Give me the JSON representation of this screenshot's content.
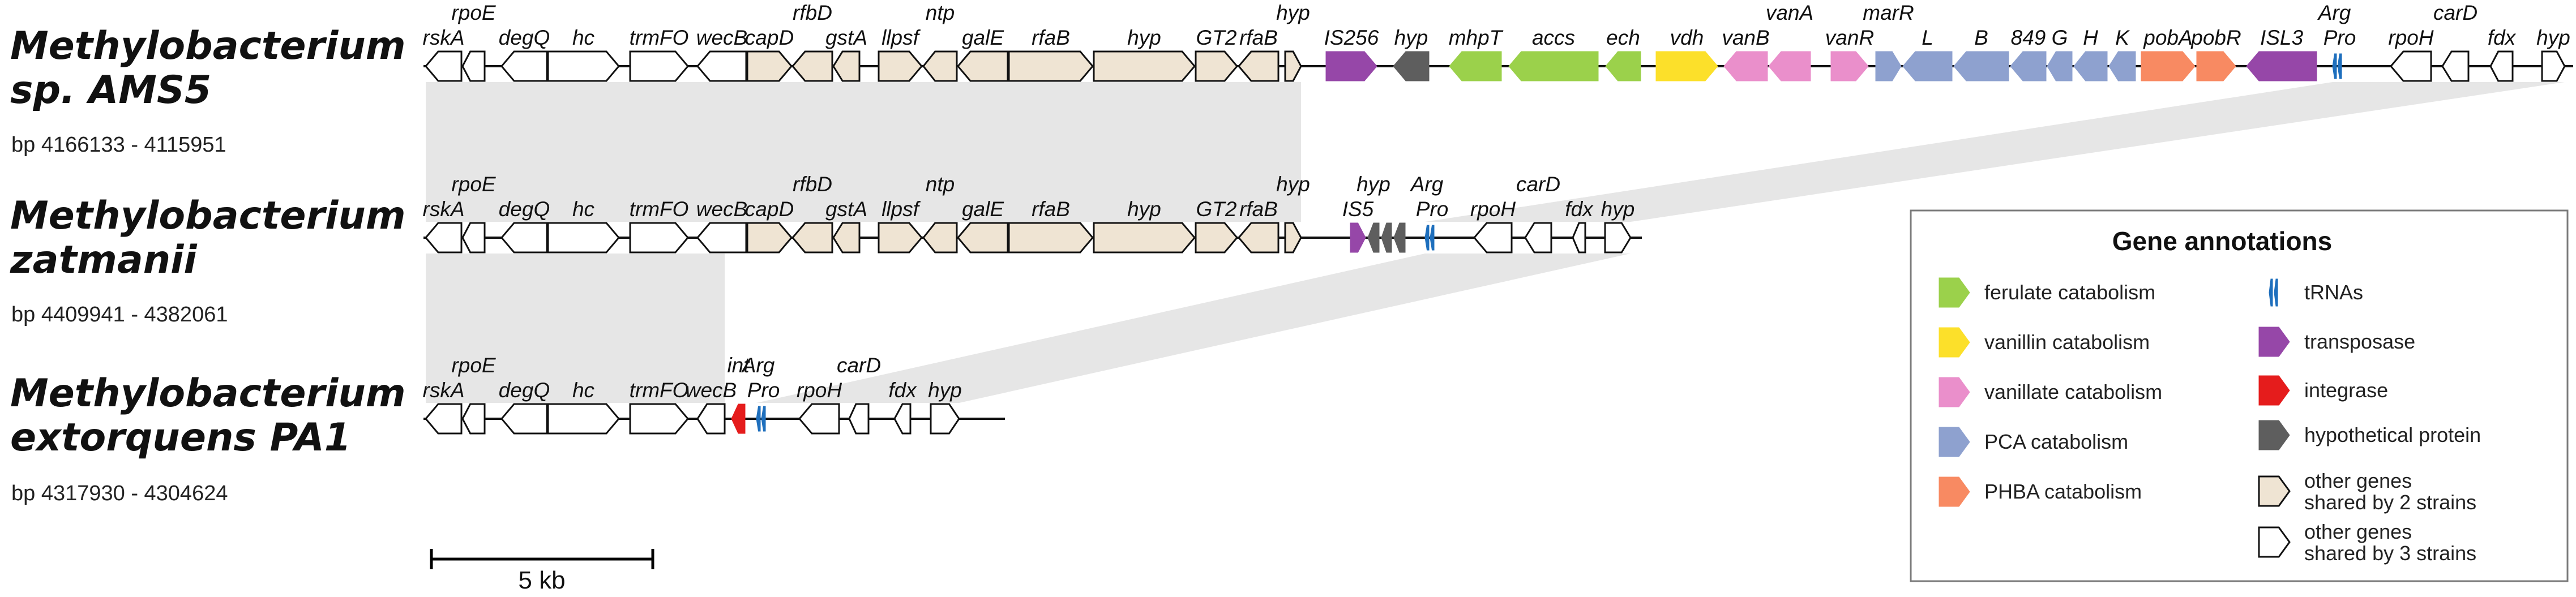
{
  "strains": [
    {
      "name1": "Methylobacterium",
      "name2": "sp. AMS5",
      "range": "bp 4166133 - 4115951"
    },
    {
      "name1": "Methylobacterium",
      "name2": "zatmanii",
      "range": "bp 4409941 - 4382061"
    },
    {
      "name1": "Methylobacterium",
      "name2": "extorquens PA1",
      "range": "bp 4317930 - 4304624"
    }
  ],
  "colors": {
    "shared2": "#efe4d3",
    "shared3": "#ffffff",
    "ferulate": "#9bd14b",
    "vanillin": "#fce02a",
    "vanillate": "#ea8fcb",
    "pca": "#8ea1cf",
    "phba": "#f88a62",
    "trna": "#1e6fbd",
    "transposase": "#9647a8",
    "integrase": "#e51c1c",
    "hypothetical": "#5e5e5e",
    "synteny": "#e6e6e6"
  },
  "tracks": [
    {
      "genes": [
        {
          "label": "rskA",
          "type": "shared3",
          "dir": "L"
        },
        {
          "label": "rpoE",
          "type": "shared3",
          "dir": "L"
        },
        {
          "label": "degQ",
          "type": "shared3",
          "dir": "L"
        },
        {
          "label": "hc",
          "type": "shared3",
          "dir": "R"
        },
        {
          "label": "trmFO",
          "type": "shared3",
          "dir": "R"
        },
        {
          "label": "wecB",
          "type": "shared3",
          "dir": "L"
        },
        {
          "label": "capD",
          "type": "shared2",
          "dir": "R"
        },
        {
          "label": "rfbD",
          "type": "shared2",
          "dir": "L"
        },
        {
          "label": "gstA",
          "type": "shared2",
          "dir": "L"
        },
        {
          "label": "llpsf",
          "type": "shared2",
          "dir": "R"
        },
        {
          "label": "ntp",
          "type": "shared2",
          "dir": "L"
        },
        {
          "label": "galE",
          "type": "shared2",
          "dir": "L"
        },
        {
          "label": "rfaB",
          "type": "shared2",
          "dir": "R"
        },
        {
          "label": "hyp",
          "type": "shared2",
          "dir": "R"
        },
        {
          "label": "GT2",
          "type": "shared2",
          "dir": "R"
        },
        {
          "label": "rfaB",
          "type": "shared2",
          "dir": "L"
        },
        {
          "label": "hyp",
          "type": "shared2",
          "dir": "R"
        },
        {
          "label": "IS256",
          "type": "transposase",
          "dir": "R"
        },
        {
          "label": "hyp",
          "type": "hypothetical",
          "dir": "L"
        },
        {
          "label": "mhpT",
          "type": "ferulate",
          "dir": "L"
        },
        {
          "label": "accs",
          "type": "ferulate",
          "dir": "L"
        },
        {
          "label": "ech",
          "type": "ferulate",
          "dir": "L"
        },
        {
          "label": "vdh",
          "type": "vanillin",
          "dir": "R"
        },
        {
          "label": "vanB",
          "type": "vanillate",
          "dir": "L"
        },
        {
          "label": "vanA",
          "type": "vanillate",
          "dir": "L"
        },
        {
          "label": "vanR",
          "type": "vanillate",
          "dir": "R"
        },
        {
          "label": "marR",
          "type": "pca",
          "dir": "R"
        },
        {
          "label": "L",
          "type": "pca",
          "dir": "L"
        },
        {
          "label": "B",
          "type": "pca",
          "dir": "L"
        },
        {
          "label": "849",
          "type": "pca",
          "dir": "L"
        },
        {
          "label": "G",
          "type": "pca",
          "dir": "L"
        },
        {
          "label": "H",
          "type": "pca",
          "dir": "L"
        },
        {
          "label": "K",
          "type": "pca",
          "dir": "L"
        },
        {
          "label": "pobA",
          "type": "phba",
          "dir": "R"
        },
        {
          "label": "pobR",
          "type": "phba",
          "dir": "R"
        },
        {
          "label": "ISL3",
          "type": "transposase",
          "dir": "L"
        },
        {
          "label": "Arg",
          "type": "trna",
          "dir": "L"
        },
        {
          "label": "Pro",
          "type": "trna",
          "dir": "L"
        },
        {
          "label": "rpoH",
          "type": "shared3",
          "dir": "L"
        },
        {
          "label": "carD",
          "type": "shared3",
          "dir": "L"
        },
        {
          "label": "fdx",
          "type": "shared3",
          "dir": "L"
        },
        {
          "label": "hyp",
          "type": "shared3",
          "dir": "R"
        }
      ]
    },
    {
      "genes": [
        {
          "label": "rskA",
          "type": "shared3",
          "dir": "L"
        },
        {
          "label": "rpoE",
          "type": "shared3",
          "dir": "L"
        },
        {
          "label": "degQ",
          "type": "shared3",
          "dir": "L"
        },
        {
          "label": "hc",
          "type": "shared3",
          "dir": "R"
        },
        {
          "label": "trmFO",
          "type": "shared3",
          "dir": "R"
        },
        {
          "label": "wecB",
          "type": "shared3",
          "dir": "L"
        },
        {
          "label": "capD",
          "type": "shared2",
          "dir": "R"
        },
        {
          "label": "rfbD",
          "type": "shared2",
          "dir": "L"
        },
        {
          "label": "gstA",
          "type": "shared2",
          "dir": "L"
        },
        {
          "label": "llpsf",
          "type": "shared2",
          "dir": "R"
        },
        {
          "label": "ntp",
          "type": "shared2",
          "dir": "L"
        },
        {
          "label": "galE",
          "type": "shared2",
          "dir": "L"
        },
        {
          "label": "rfaB",
          "type": "shared2",
          "dir": "R"
        },
        {
          "label": "hyp",
          "type": "shared2",
          "dir": "R"
        },
        {
          "label": "GT2",
          "type": "shared2",
          "dir": "R"
        },
        {
          "label": "rfaB",
          "type": "shared2",
          "dir": "L"
        },
        {
          "label": "hyp",
          "type": "shared2",
          "dir": "R"
        },
        {
          "label": "IS5",
          "type": "transposase",
          "dir": "R"
        },
        {
          "label": "hyp",
          "type": "hypothetical",
          "dir": "L"
        },
        {
          "label": "",
          "type": "hypothetical",
          "dir": "L"
        },
        {
          "label": "",
          "type": "hypothetical",
          "dir": "L"
        },
        {
          "label": "Arg",
          "type": "trna",
          "dir": "L"
        },
        {
          "label": "Pro",
          "type": "trna",
          "dir": "L"
        },
        {
          "label": "rpoH",
          "type": "shared3",
          "dir": "L"
        },
        {
          "label": "carD",
          "type": "shared3",
          "dir": "L"
        },
        {
          "label": "fdx",
          "type": "shared3",
          "dir": "L"
        },
        {
          "label": "hyp",
          "type": "shared3",
          "dir": "R"
        }
      ]
    },
    {
      "genes": [
        {
          "label": "rskA",
          "type": "shared3",
          "dir": "L"
        },
        {
          "label": "rpoE",
          "type": "shared3",
          "dir": "L"
        },
        {
          "label": "degQ",
          "type": "shared3",
          "dir": "L"
        },
        {
          "label": "hc",
          "type": "shared3",
          "dir": "R"
        },
        {
          "label": "trmFO",
          "type": "shared3",
          "dir": "R"
        },
        {
          "label": "wecB",
          "type": "shared3",
          "dir": "L"
        },
        {
          "label": "int",
          "type": "integrase",
          "dir": "L"
        },
        {
          "label": "Arg",
          "type": "trna",
          "dir": "L"
        },
        {
          "label": "Pro",
          "type": "trna",
          "dir": "L"
        },
        {
          "label": "rpoH",
          "type": "shared3",
          "dir": "L"
        },
        {
          "label": "carD",
          "type": "shared3",
          "dir": "L"
        },
        {
          "label": "fdx",
          "type": "shared3",
          "dir": "L"
        },
        {
          "label": "hyp",
          "type": "shared3",
          "dir": "R"
        }
      ]
    }
  ],
  "legend": {
    "title": "Gene annotations",
    "items": [
      {
        "type": "ferulate",
        "label": "ferulate catabolism"
      },
      {
        "type": "vanillin",
        "label": "vanillin catabolism"
      },
      {
        "type": "vanillate",
        "label": "vanillate catabolism"
      },
      {
        "type": "pca",
        "label": "PCA catabolism"
      },
      {
        "type": "phba",
        "label": "PHBA catabolism"
      },
      {
        "type": "trna",
        "label": "tRNAs"
      },
      {
        "type": "transposase",
        "label": "transposase"
      },
      {
        "type": "integrase",
        "label": "integrase"
      },
      {
        "type": "hypothetical",
        "label": "hypothetical protein"
      },
      {
        "type": "shared2",
        "label": "other genes shared by 2 strains"
      },
      {
        "type": "shared3",
        "label": "other genes shared by 3 strains"
      }
    ]
  },
  "scale": {
    "label": "5 kb"
  }
}
